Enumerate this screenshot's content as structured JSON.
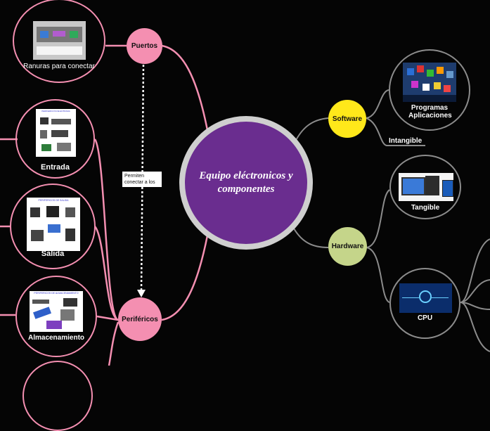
{
  "center": {
    "title": "Equipo eléctronicos y componentes"
  },
  "branches": {
    "puertos": "Puertos",
    "perifericos": "Periféricos",
    "software": "Software",
    "hardware": "Hardware"
  },
  "relation_note": "Permiten conectar a los",
  "software_label": "Intangible",
  "subnodes": {
    "ranuras": "Ranuras para conectar",
    "entrada": "Entrada",
    "salida": "Salida",
    "almacenamiento": "Almacenamiento",
    "programas": "Programas Aplicaciones",
    "tangible": "Tangible",
    "cpu": "CPU"
  },
  "thumb_captions": {
    "entrada": "PERIFERICOS DE ENTRADA",
    "salida": "PERIFERICOS DE SALIDA",
    "almacenamiento": "PERIFERICOS DE ALMACENAMIENTO"
  },
  "colors": {
    "pink": "#f48fb1",
    "yellow": "#ffe81a",
    "green": "#c5d58a",
    "purple": "#6a2d8f",
    "grey_line": "#8c8c8c"
  }
}
